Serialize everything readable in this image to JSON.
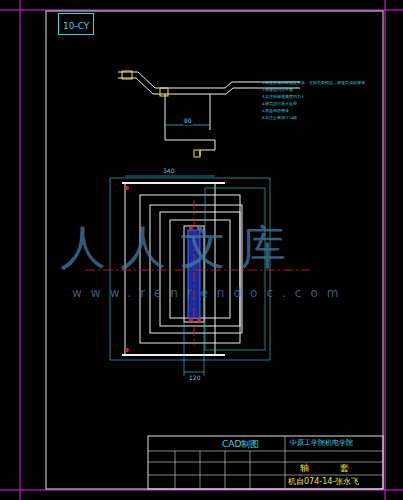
{
  "diagram": {
    "nodes": [
      {
        "text": [
          "10-CY"
        ]
      }
    ],
    "labels": [
      "人人文库",
      "www.renrendoc.com",
      "1.焊接前清除焊接处杂质，去除毛刺锐边，焊接后清除焊渣",
      "2.焊缝应均匀平整",
      "3.未注明焊缝高度均为5",
      "4.焊后进行退火处理",
      "5.表面涂防锈漆",
      "6.未注公差按IT14级",
      "80",
      "340",
      "120",
      "CAD制图",
      "中原工学院机电学院",
      "轴",
      "套",
      "机自074-14-张永飞"
    ]
  }
}
